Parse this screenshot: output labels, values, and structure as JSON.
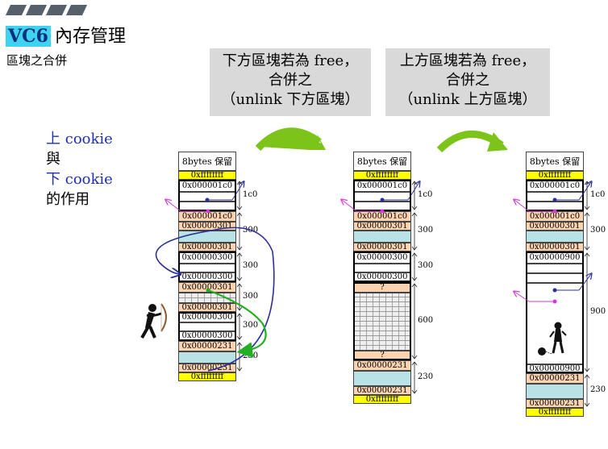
{
  "header": {
    "badge": "VC6",
    "title": "內存管理",
    "subtitle": "區塊之合併"
  },
  "notes": [
    {
      "lines": [
        "下方區塊若為 free，",
        "合併之",
        "（unlink 下方區塊）"
      ]
    },
    {
      "lines": [
        "上方區塊若為 free，",
        "合併之",
        "（unlink 上方區塊）"
      ]
    }
  ],
  "legend": {
    "upper": "上",
    "lower": "下",
    "cookie": "cookie",
    "with": "與",
    "role": "的作用"
  },
  "colors": {
    "accent_badge": "#3fd3f2",
    "cookie_tag": "#fbd3b0",
    "used_block": "#b9e2e6",
    "sentinel": "#ffff00",
    "arrow_green": "#7cc41a"
  },
  "columns": [
    {
      "reserved": "8bytes 保留",
      "cells": [
        {
          "t": "0xffffffff",
          "k": "ff"
        },
        {
          "t": "0x000001c0",
          "k": "white"
        },
        {
          "t": "",
          "k": "white"
        },
        {
          "t": "",
          "k": "white"
        },
        {
          "t": "0x000001c0",
          "k": "tag"
        },
        {
          "t": "0x00000301",
          "k": "tag"
        },
        {
          "t": "",
          "k": "cyan"
        },
        {
          "t": "0x00000301",
          "k": "tag"
        },
        {
          "t": "0x00000300",
          "k": "white"
        },
        {
          "t": "",
          "k": "white"
        },
        {
          "t": "0x00000300",
          "k": "white"
        },
        {
          "t": "0x00000301",
          "k": "tag"
        },
        {
          "t": "",
          "k": "brick"
        },
        {
          "t": "0x00000301",
          "k": "tag"
        },
        {
          "t": "0x00000300",
          "k": "white"
        },
        {
          "t": "",
          "k": "white"
        },
        {
          "t": "0x00000300",
          "k": "white"
        },
        {
          "t": "0x00000231",
          "k": "tag"
        },
        {
          "t": "",
          "k": "cyan"
        },
        {
          "t": "0x00000231",
          "k": "tag"
        },
        {
          "t": "0xffffffff",
          "k": "ff"
        }
      ],
      "sizes": [
        "1c0",
        "300",
        "300",
        "300",
        "300",
        "230"
      ]
    },
    {
      "reserved": "8bytes 保留",
      "cells": [
        {
          "t": "0xffffffff",
          "k": "ff"
        },
        {
          "t": "0x000001c0",
          "k": "white"
        },
        {
          "t": "",
          "k": "white"
        },
        {
          "t": "",
          "k": "white"
        },
        {
          "t": "0x000001c0",
          "k": "tag"
        },
        {
          "t": "0x00000301",
          "k": "tag"
        },
        {
          "t": "",
          "k": "cyan"
        },
        {
          "t": "0x00000301",
          "k": "tag"
        },
        {
          "t": "0x00000300",
          "k": "white"
        },
        {
          "t": "",
          "k": "white"
        },
        {
          "t": "0x00000300",
          "k": "white"
        },
        {
          "t": "?",
          "k": "tag"
        },
        {
          "t": "",
          "k": "brick"
        },
        {
          "t": "?",
          "k": "tag"
        },
        {
          "t": "0x00000231",
          "k": "tag"
        },
        {
          "t": "",
          "k": "cyan"
        },
        {
          "t": "0x00000231",
          "k": "tag"
        },
        {
          "t": "0xffffffff",
          "k": "ff"
        }
      ],
      "sizes": [
        "1c0",
        "300",
        "300",
        "600",
        "230"
      ]
    },
    {
      "reserved": "8bytes 保留",
      "cells": [
        {
          "t": "0xffffffff",
          "k": "ff"
        },
        {
          "t": "0x000001c0",
          "k": "white"
        },
        {
          "t": "",
          "k": "white"
        },
        {
          "t": "",
          "k": "white"
        },
        {
          "t": "0x000001c0",
          "k": "tag"
        },
        {
          "t": "0x00000301",
          "k": "tag"
        },
        {
          "t": "",
          "k": "cyan"
        },
        {
          "t": "0x00000301",
          "k": "tag"
        },
        {
          "t": "0x00000900",
          "k": "white"
        },
        {
          "t": "",
          "k": "white"
        },
        {
          "t": "",
          "k": "white"
        },
        {
          "t": "",
          "k": "white"
        },
        {
          "t": "0x00000900",
          "k": "white"
        },
        {
          "t": "0x00000231",
          "k": "tag"
        },
        {
          "t": "",
          "k": "cyan"
        },
        {
          "t": "0x00000231",
          "k": "tag"
        },
        {
          "t": "0xffffffff",
          "k": "ff"
        }
      ],
      "sizes": [
        "1c0",
        "300",
        "900",
        "230"
      ]
    }
  ]
}
